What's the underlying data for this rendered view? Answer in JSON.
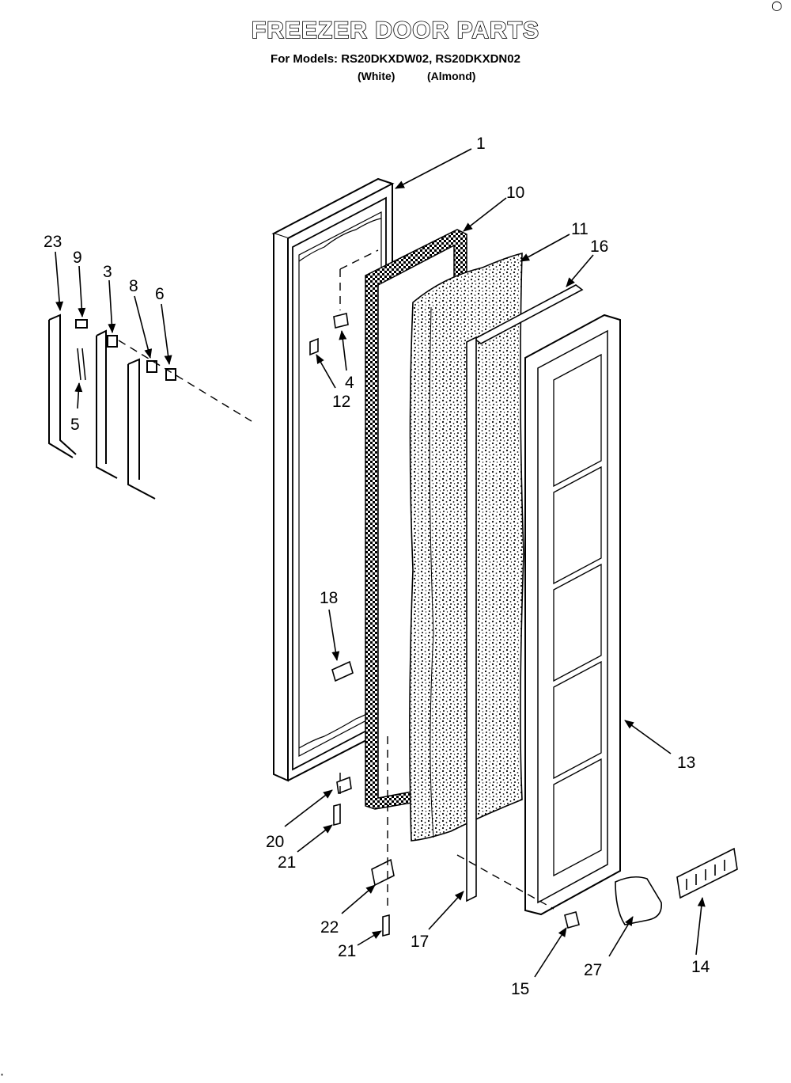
{
  "header": {
    "title": "FREEZER DOOR PARTS",
    "models_line": "For Models: RS20DKXDW02, RS20DKXDN02",
    "variant_white": "(White)",
    "variant_almond": "(Almond)"
  },
  "corner_marks": {
    "top_right": "○",
    "bottom_left": "·"
  },
  "callouts": {
    "c1": "1",
    "c10": "10",
    "c11": "11",
    "c16": "16",
    "c23": "23",
    "c9": "9",
    "c3": "3",
    "c8": "8",
    "c6": "6",
    "c4": "4",
    "c12": "12",
    "c5": "5",
    "c18": "18",
    "c13": "13",
    "c20": "20",
    "c21a": "21",
    "c22": "22",
    "c21b": "21",
    "c17": "17",
    "c15": "15",
    "c27": "27",
    "c14": "14"
  }
}
